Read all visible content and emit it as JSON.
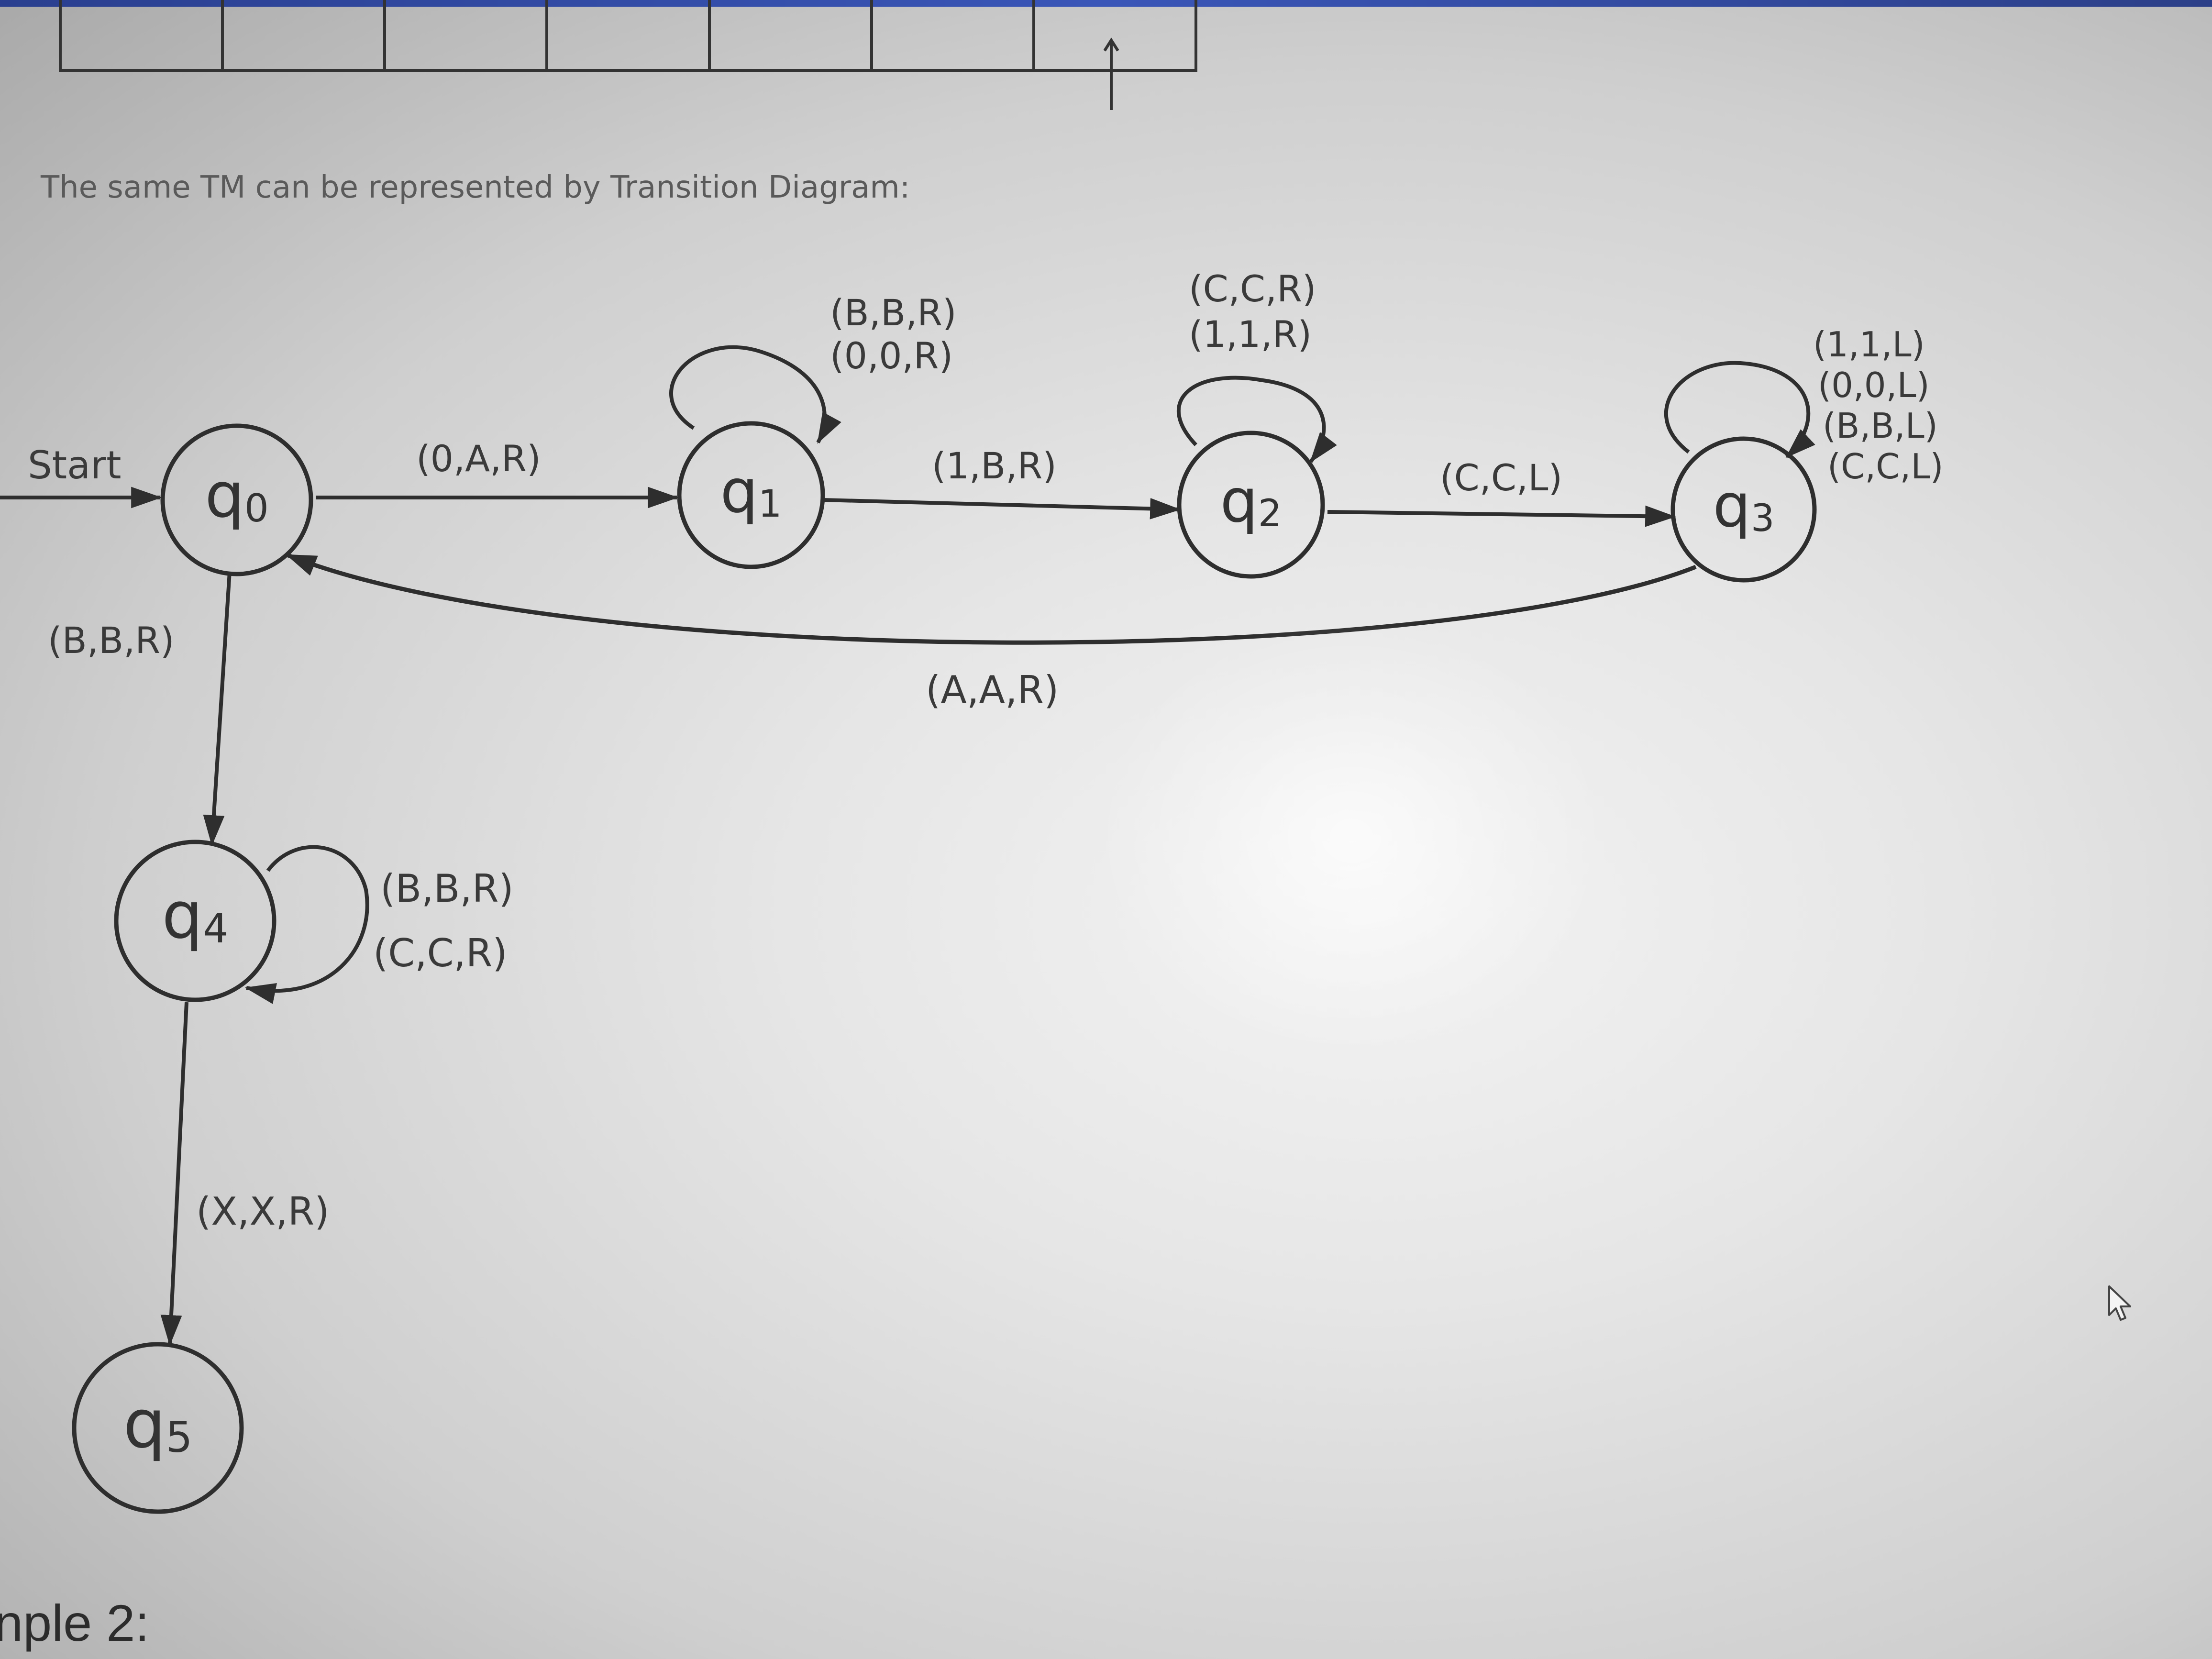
{
  "caption": "The same TM can be represented by Transition Diagram:",
  "footer_text": "nple 2:",
  "diagram": {
    "start_label": "Start",
    "states": {
      "q0": {
        "name": "q",
        "sub": "0"
      },
      "q1": {
        "name": "q",
        "sub": "1"
      },
      "q2": {
        "name": "q",
        "sub": "2"
      },
      "q3": {
        "name": "q",
        "sub": "3"
      },
      "q4": {
        "name": "q",
        "sub": "4"
      },
      "q5": {
        "name": "q",
        "sub": "5"
      }
    },
    "transitions": {
      "q0_q1": "(0,A,R)",
      "q1_q2": "(1,B,R)",
      "q2_q3": "(C,C,L)",
      "q3_q0": "(A,A,R)",
      "q0_q4": "(B,B,R)",
      "q4_q5": "(X,X,R)"
    },
    "loops": {
      "q1": [
        "(B,B,R)",
        "(0,0,R)"
      ],
      "q2": [
        "(C,C,R)",
        "(1,1,R)"
      ],
      "q3": [
        "(1,1,L)",
        "(0,0,L)",
        "(B,B,L)",
        "(C,C,L)"
      ],
      "q4": [
        "(B,B,R)",
        "(C,C,R)"
      ]
    }
  }
}
